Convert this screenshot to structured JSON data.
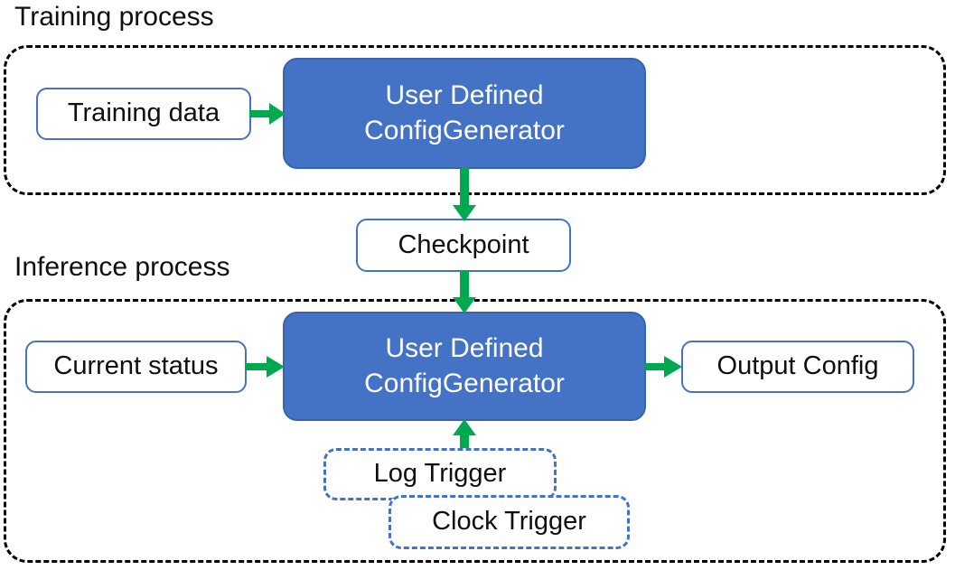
{
  "diagram": {
    "title_training": "Training process",
    "title_inference": "Inference process",
    "colors": {
      "accent_blue": "#4472C4",
      "blue_border": "#3762AE",
      "arrow_green": "#00A94F",
      "container_dash": "#000000",
      "text_dark": "#0f0f0f",
      "text_light": "#ffffff",
      "background": "#ffffff"
    },
    "training": {
      "nodes": {
        "training_data": "Training data",
        "generator": "User Defined\nConfigGenerator"
      }
    },
    "checkpoint": {
      "label": "Checkpoint"
    },
    "inference": {
      "nodes": {
        "current_status": "Current status",
        "generator": "User Defined\nConfigGenerator",
        "output_config": "Output Config",
        "log_trigger": "Log Trigger",
        "clock_trigger": "Clock Trigger"
      }
    },
    "arrows": [
      {
        "name": "training-data-to-generator",
        "direction": "right"
      },
      {
        "name": "generator-to-checkpoint",
        "direction": "down"
      },
      {
        "name": "checkpoint-to-generator",
        "direction": "down"
      },
      {
        "name": "status-to-generator",
        "direction": "right"
      },
      {
        "name": "generator-to-output",
        "direction": "right"
      },
      {
        "name": "trigger-to-generator",
        "direction": "up"
      }
    ]
  }
}
